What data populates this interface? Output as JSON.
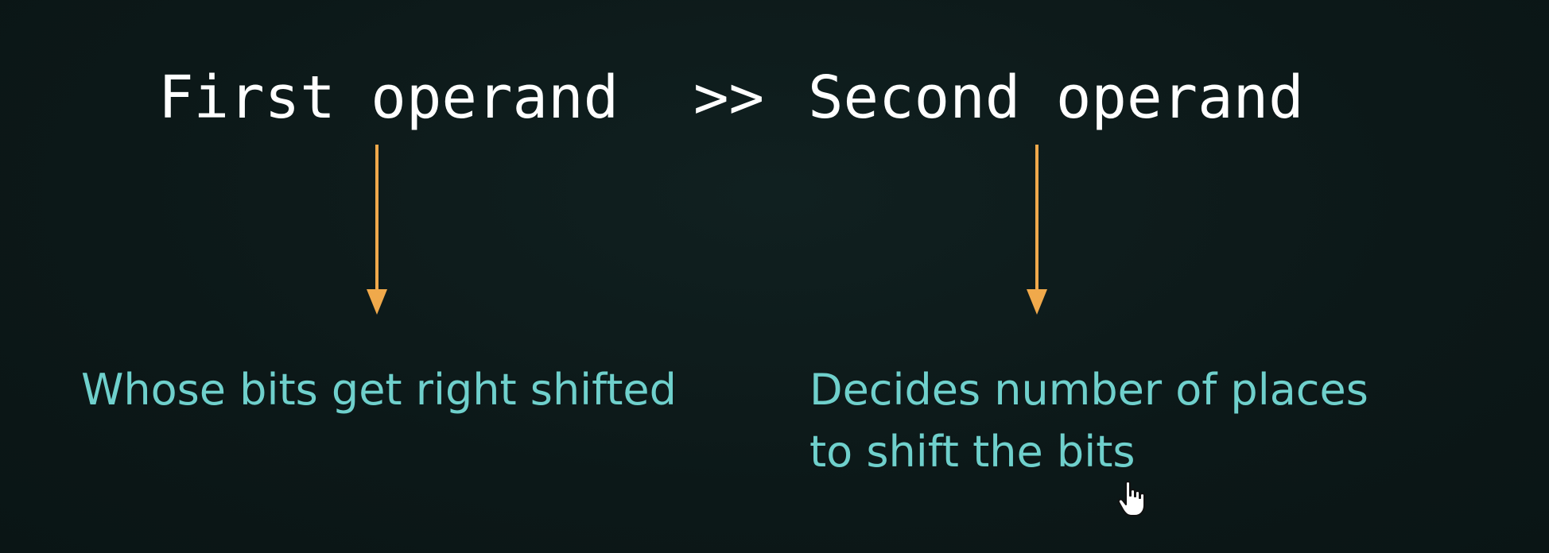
{
  "expression": {
    "first_operand": "First operand",
    "operator": ">>",
    "second_operand": "Second operand"
  },
  "descriptions": {
    "first": "Whose bits get right shifted",
    "second_line_1": "Decides number of places",
    "second_line_2": "to shift the bits"
  },
  "colors": {
    "background": "#0c1818",
    "expression_text": "#ffffff",
    "arrow": "#f0a94b",
    "description_text": "#6fd0cc"
  },
  "icons": {
    "cursor": "hand-pointer-icon"
  }
}
